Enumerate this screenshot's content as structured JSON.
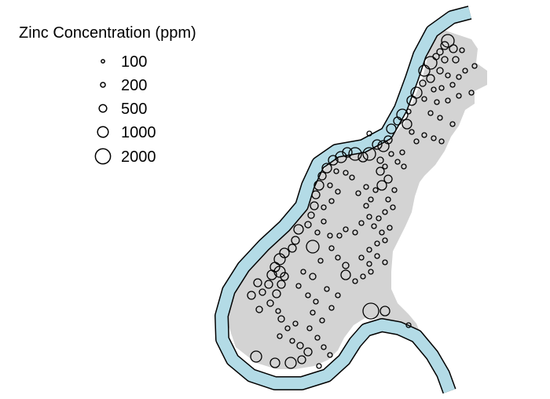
{
  "legend": {
    "title": "Zinc Concentration (ppm)",
    "entries": [
      {
        "value": 100,
        "label": "100"
      },
      {
        "value": 200,
        "label": "200"
      },
      {
        "value": 500,
        "label": "500"
      },
      {
        "value": 1000,
        "label": "1000"
      },
      {
        "value": 2000,
        "label": "2000"
      }
    ]
  },
  "colors": {
    "river_fill": "#b3dbe6",
    "river_edge": "#000000",
    "grid_fill": "#d3d3d3",
    "symbol_stroke": "#000000",
    "background": "#ffffff"
  }
}
